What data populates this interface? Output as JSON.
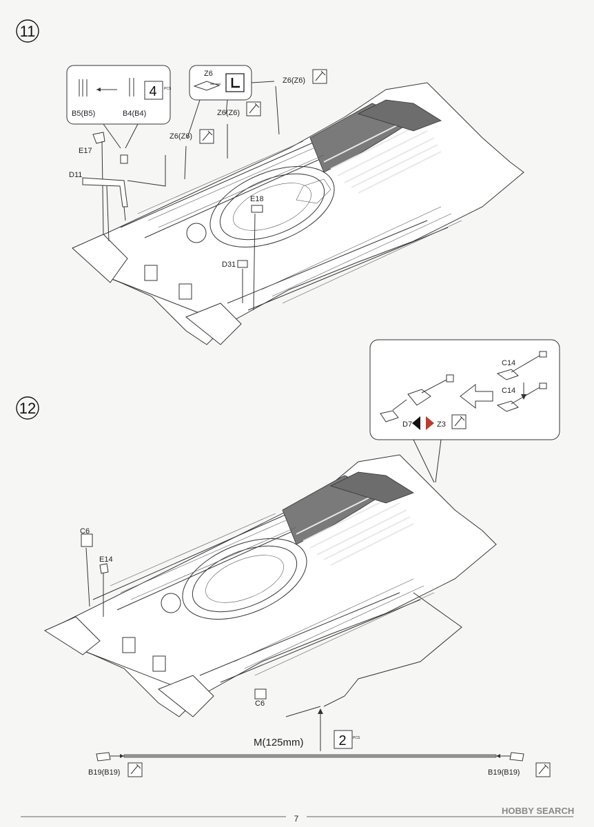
{
  "page": {
    "number": "7"
  },
  "watermark": "HOBBY SEARCH",
  "step11": {
    "number": "11",
    "callout_left": {
      "part_a": "B5(B5)",
      "part_b": "B4(B4)",
      "qty": "4",
      "qty_unit": "PCS"
    },
    "callout_mid": {
      "part": "Z6"
    },
    "labels": {
      "z6_top": "Z6(Z6)",
      "z6_mid": "Z6(Z6)",
      "z6_left": "Z6(Z6)",
      "e17": "E17",
      "d11": "D11",
      "e18": "E18",
      "d31": "D31"
    }
  },
  "step12": {
    "number": "12",
    "callout": {
      "c14_a": "C14",
      "c14_b": "C14",
      "d7": "D7",
      "z3": "Z3"
    },
    "labels": {
      "c6_top": "C6",
      "e14": "E14",
      "c6_bottom": "C6",
      "cable_length": "M(125mm)",
      "qty": "2",
      "qty_unit": "PCS",
      "b19_left": "B19(B19)",
      "b19_right": "B19(B19)"
    }
  }
}
